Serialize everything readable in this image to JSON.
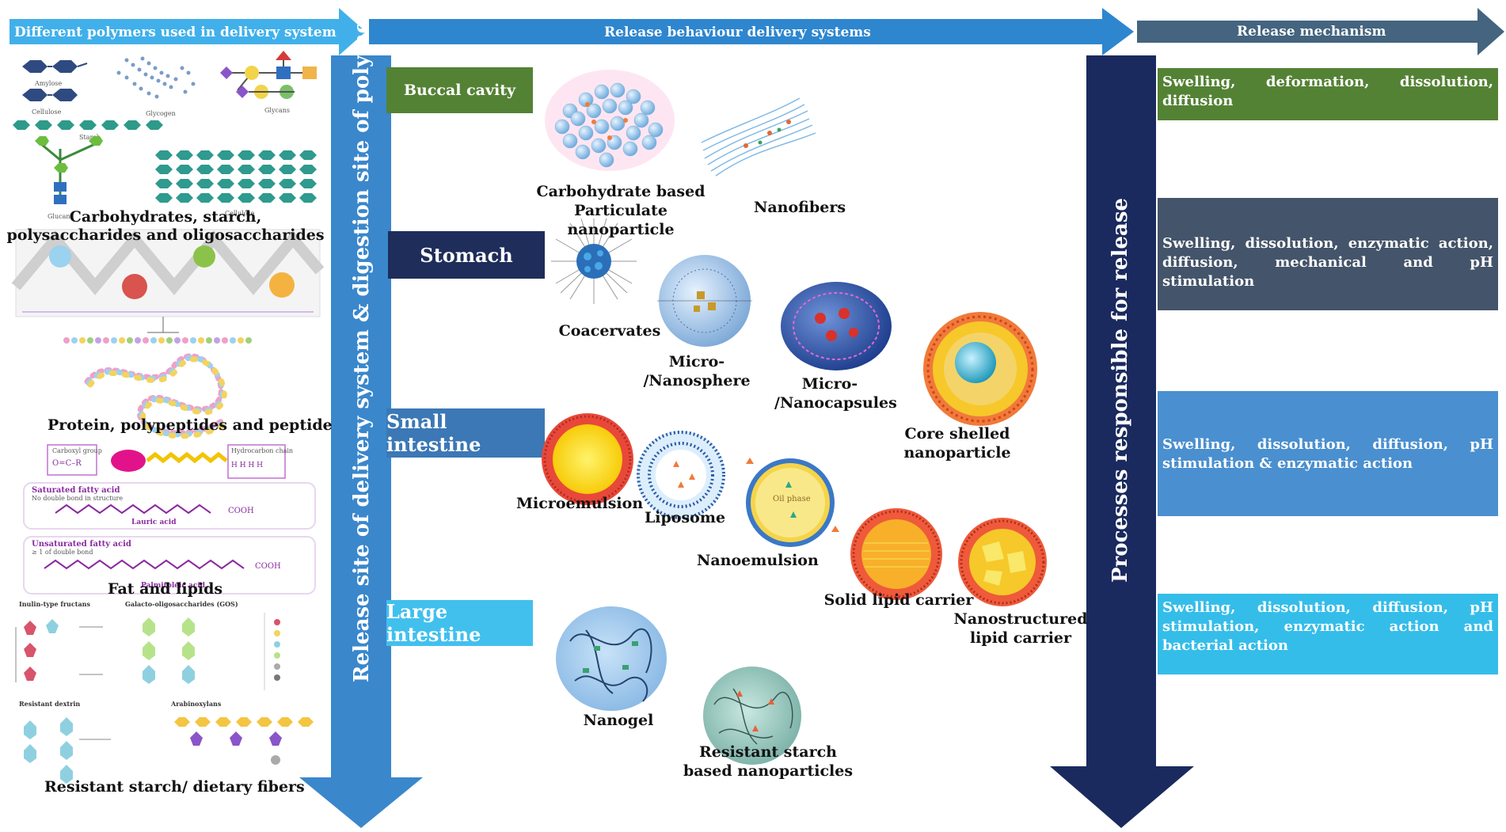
{
  "headers": {
    "polymers": "Different polymers used in delivery system",
    "release_behaviour": "Release behaviour delivery systems",
    "release_mechanism": "Release mechanism"
  },
  "vertical_labels": {
    "left": "Release site of delivery system & digestion site of polymers GIT",
    "right": "Processes responsible for release"
  },
  "sites": [
    {
      "label": "Buccal cavity",
      "color": "#548235"
    },
    {
      "label": "Stomach",
      "color": "#1f2d5a"
    },
    {
      "label": "Small intestine",
      "color": "#3b78b5"
    },
    {
      "label": "Large intestine",
      "color": "#41c0ee"
    }
  ],
  "mechanisms": [
    {
      "text": "Swelling, deformation, dissolution, diffusion",
      "color": "#548235"
    },
    {
      "text": "Swelling, dissolution, enzymatic action, diffusion, mechanical and pH stimulation",
      "color": "#44546a"
    },
    {
      "text": "Swelling, dissolution, diffusion, pH stimulation & enzymatic action",
      "color": "#4a8fcf"
    },
    {
      "text": "Swelling, dissolution, diffusion, pH stimulation, enzymatic action and bacterial action",
      "color": "#35bde9"
    }
  ],
  "polymers": {
    "carbohydrates": "Carbohydrates, starch, polysaccharides and oligosaccharides",
    "protein": "Protein, polypeptides and peptide",
    "fat": "Fat and lipids",
    "fibers": "Resistant starch/ dietary fibers",
    "small_labels": {
      "amylose": "Amylose",
      "cellulose": "Cellulose",
      "glycogen": "Glycogen",
      "glycans": "Glycans",
      "starch": "Starch",
      "glucan": "Glucan",
      "saturated": "Saturated fatty acid",
      "saturated_note": "No double bond in structure",
      "lauric": "Lauric acid",
      "unsaturated": "Unsaturated fatty acid",
      "unsaturated_note": "≥ 1 of double bond",
      "palmitoleic": "Palmitoleic acid",
      "cooh": "COOH",
      "inulin": "Inulin-type fructans",
      "gos": "Galacto-oligosaccharides (GOS)",
      "resistant_dextrin": "Resistant dextrin",
      "arabinoxylans": "Arabinoxylans",
      "oil_phase": "Oil phase",
      "carboxyl": "Carboxyl group",
      "hydrocarbon": "Hydrocarbon chain"
    }
  },
  "particles": {
    "carb_np": "Carbohydrate based\nParticulate nanoparticle",
    "nanofibers": "Nanofibers",
    "coacervates": "Coacervates",
    "microsphere": "Micro-\n/Nanosphere",
    "microcapsules": "Micro-\n/Nanocapsules",
    "core_shelled": "Core shelled\nnanoparticle",
    "microemulsion": "Microemulsion",
    "liposome": "Liposome",
    "nanoemulsion": "Nanoemulsion",
    "slc": "Solid lipid carrier",
    "nlc": "Nanostructured\nlipid carrier",
    "nanogel": "Nanogel",
    "rs_np": "Resistant starch\nbased nanoparticles"
  }
}
